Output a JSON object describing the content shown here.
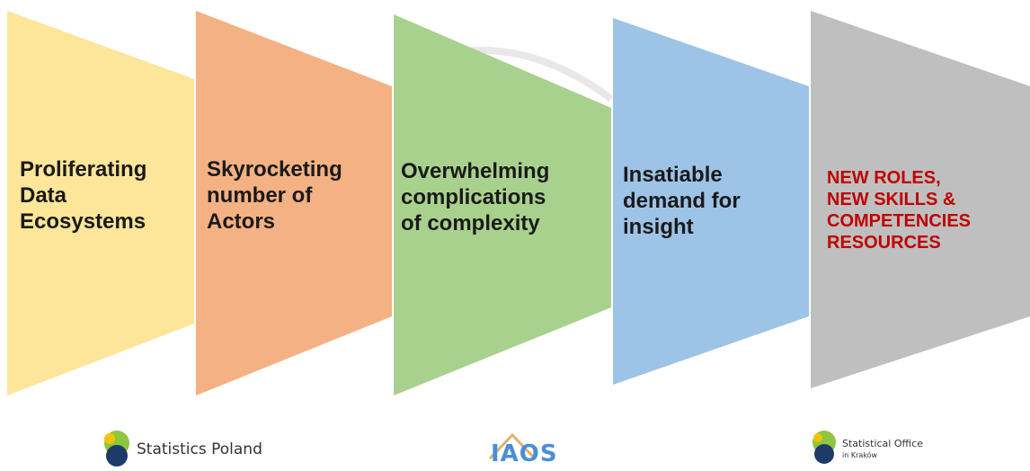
{
  "shapes": [
    {
      "lines": [
        "Proliferating",
        "Data",
        "Ecosystems"
      ],
      "color": "#fde599"
    },
    {
      "lines": [
        "Skyrocketing",
        "number of",
        "Actors"
      ],
      "color": "#f4b183"
    },
    {
      "lines": [
        "Overwhelming",
        "complications",
        "of complexity"
      ],
      "color": "#a9d18e"
    },
    {
      "lines": [
        "Insatiable",
        "demand for",
        "insight"
      ],
      "color": "#9dc3e6"
    },
    {
      "lines": [
        "NEW ROLES,",
        "NEW SKILLS &",
        "COMPETENCIES",
        "RESOURCES"
      ],
      "color": "#bfbfbf",
      "text_color": "#c00000"
    }
  ],
  "logos": {
    "left": {
      "text": "Statistics Poland"
    },
    "center": {
      "text": "IAOS"
    },
    "right": {
      "line1": "Statistical Office",
      "line2": "in Kraków"
    }
  }
}
